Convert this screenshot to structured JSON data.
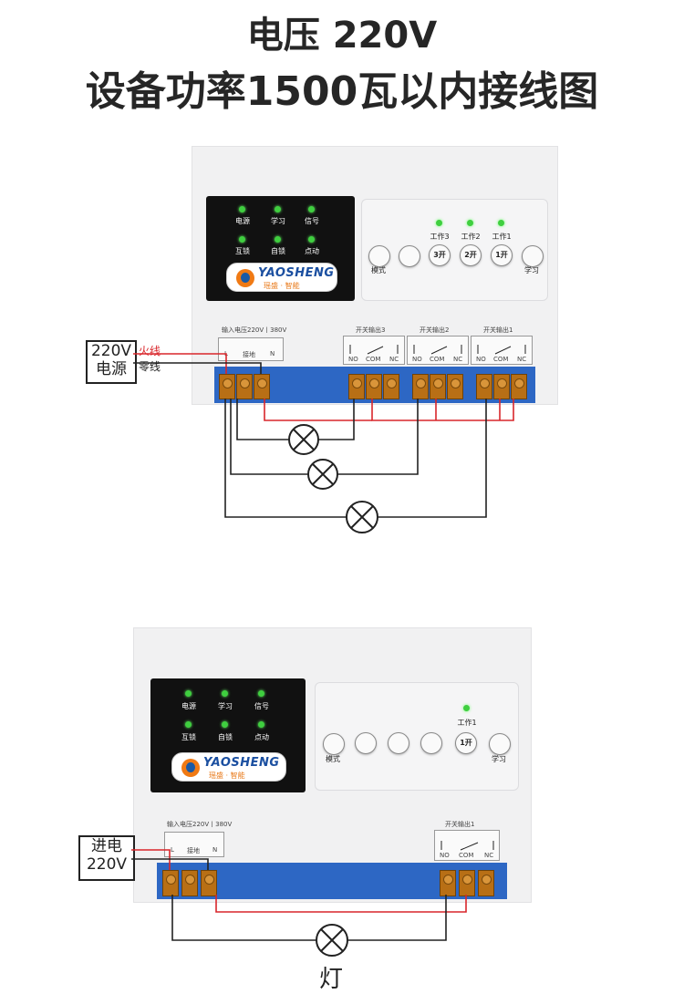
{
  "title": {
    "line1": "电压 220V",
    "line2": "设备功率1500瓦以内接线图"
  },
  "diagram1": {
    "indicators": [
      "电源",
      "学习",
      "信号",
      "互锁",
      "自锁",
      "点动"
    ],
    "logo": {
      "brand": "YAOSHENG",
      "sub": "瑶盛 · 智能"
    },
    "buttons": {
      "mode": "模式",
      "learn": "学习",
      "b3": "3开",
      "b2": "2开",
      "b1": "1开"
    },
    "work_labels": [
      "工作3",
      "工作2",
      "工作1"
    ],
    "input_label": "输入电压220V丨380V",
    "input_terminals": [
      "L",
      "接地",
      "N"
    ],
    "outputs": [
      "开关输出3",
      "开关输出2",
      "开关输出1"
    ],
    "relay_terms": [
      "NO",
      "COM",
      "NC"
    ],
    "source_label": "220V\n电源",
    "live_label": "火线",
    "neutral_label": "零线"
  },
  "diagram2": {
    "indicators": [
      "电源",
      "学习",
      "信号",
      "互锁",
      "自锁",
      "点动"
    ],
    "logo": {
      "brand": "YAOSHENG",
      "sub": "瑶盛 · 智能"
    },
    "buttons": {
      "mode": "模式",
      "learn": "学习",
      "b1": "1开"
    },
    "work_label": "工作1",
    "input_label": "输入电压220V丨380V",
    "input_terminals": [
      "L",
      "接地",
      "N"
    ],
    "output": "开关输出1",
    "relay_terms": [
      "NO",
      "COM",
      "NC"
    ],
    "source_label": "进电\n220V",
    "lamp_label": "灯"
  },
  "colors": {
    "live": "#d9262b",
    "neutral": "#222222",
    "strip": "#2d67c4",
    "led": "#3fcf3f"
  }
}
